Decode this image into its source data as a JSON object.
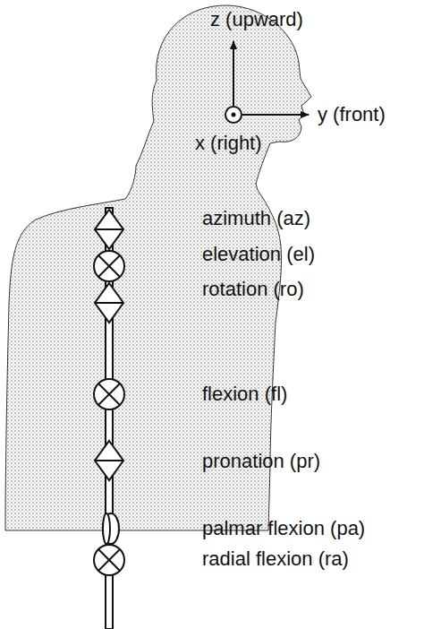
{
  "diagram": {
    "labels": [
      "z (upward)",
      "y (front)",
      "x (right)",
      "azimuth (az)",
      "elevation (el)",
      "rotation (ro)",
      "flexion (fl)",
      "pronation (pr)",
      "palmar flexion (pa)",
      "radial flexion (ra)"
    ]
  }
}
